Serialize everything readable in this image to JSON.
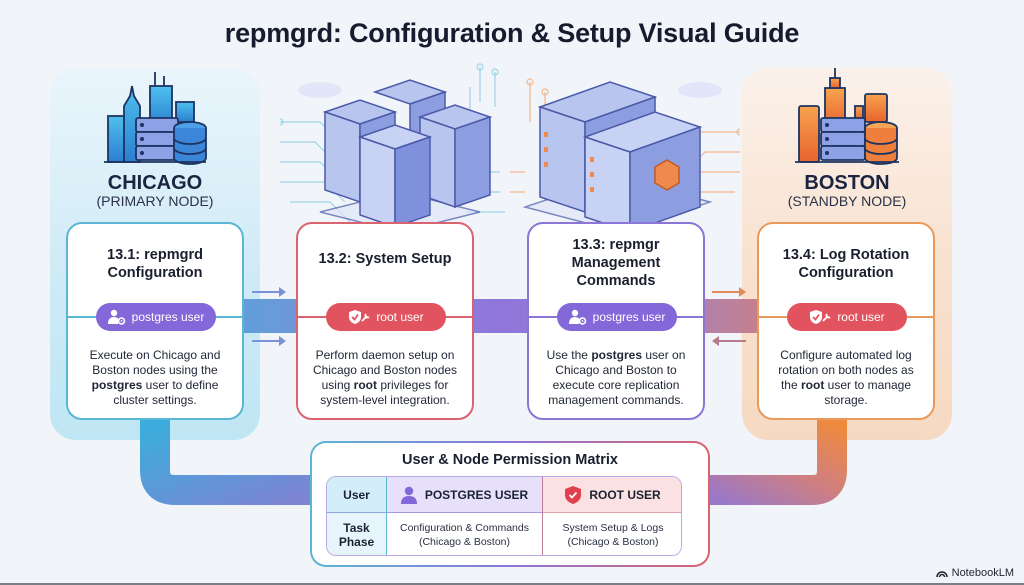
{
  "title": "repmgrd: Configuration & Setup Visual Guide",
  "nodes": {
    "chicago": {
      "name": "CHICAGO",
      "role": "(PRIMARY NODE)",
      "color": "#3aa8e0"
    },
    "boston": {
      "name": "BOSTON",
      "role": "(STANDBY NODE)",
      "color": "#f08a3c"
    }
  },
  "steps": [
    {
      "title_line1": "13.1: repmgrd",
      "title_line2": "Configuration",
      "user_badge": "postgres user",
      "user_type": "postgres",
      "desc_pre": "Execute on Chicago and Boston nodes using the ",
      "desc_bold": "postgres",
      "desc_post": " user to define cluster settings.",
      "border_color": "#5bb6d6"
    },
    {
      "title_line1": "13.2: System Setup",
      "title_line2": "",
      "user_badge": "root user",
      "user_type": "root",
      "desc_pre": "Perform daemon setup on Chicago and Boston nodes using ",
      "desc_bold": "root",
      "desc_post": " privileges for system-level integration.",
      "border_color": "#d96470"
    },
    {
      "title_line1": "13.3: repmgr",
      "title_line2": "Management",
      "title_line3": "Commands",
      "user_badge": "postgres user",
      "user_type": "postgres",
      "desc_pre": "Use the ",
      "desc_bold": "postgres",
      "desc_post": " user on Chicago and Boston to execute core replication management commands.",
      "border_color": "#8b75d6"
    },
    {
      "title_line1": "13.4: Log Rotation",
      "title_line2": "Configuration",
      "user_badge": "root user",
      "user_type": "root",
      "desc_pre": "Configure automated log rotation on both nodes as the ",
      "desc_bold": "root",
      "desc_post": " user to manage storage.",
      "border_color": "#e89a5c"
    }
  ],
  "matrix": {
    "title": "User & Node Permission Matrix",
    "header": [
      "User",
      "POSTGRES USER",
      "ROOT USER"
    ],
    "row_label_line1": "Task",
    "row_label_line2": "Phase",
    "postgres_line1": "Configuration & Commands",
    "postgres_line2": "(Chicago & Boston)",
    "root_line1": "System Setup & Logs",
    "root_line2": "(Chicago & Boston)"
  },
  "icons": {
    "postgres": "user-gear-icon",
    "root": "shield-check-wrench-icon",
    "matrix_postgres": "user-icon",
    "matrix_root": "shield-check-icon"
  },
  "colors": {
    "postgres_badge": "#8467d8",
    "root_badge": "#e0535f"
  },
  "brand": "NotebookLM"
}
